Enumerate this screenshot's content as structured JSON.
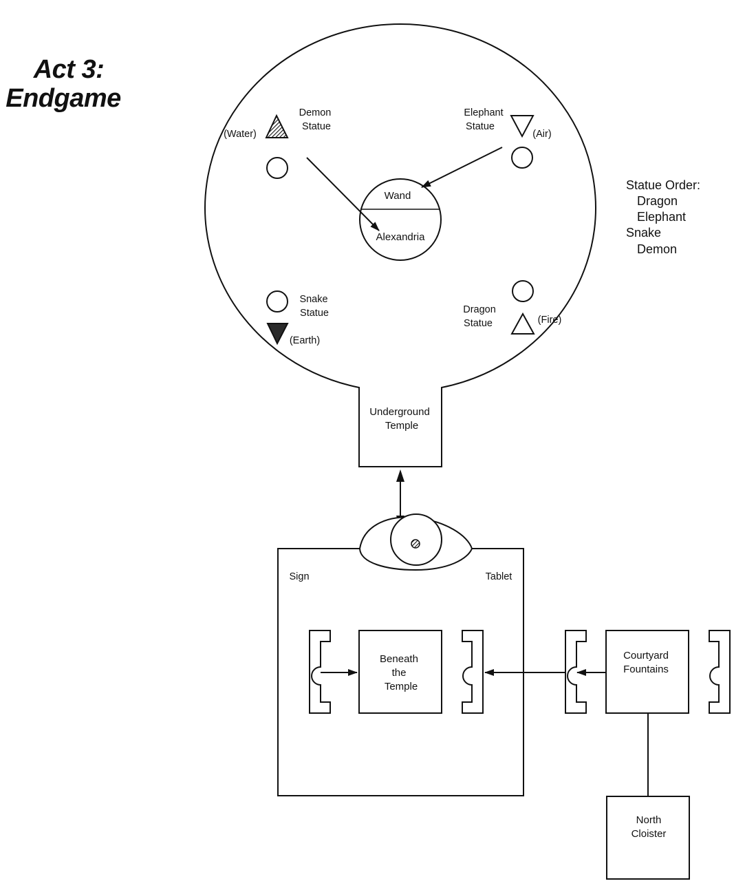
{
  "title": {
    "line1": "Act 3:",
    "line2": "Endgame"
  },
  "statues": {
    "demon": {
      "line1": "Demon",
      "line2": "Statue",
      "element": "(Water)"
    },
    "elephant": {
      "line1": "Elephant",
      "line2": "Statue",
      "element": "(Air)"
    },
    "snake": {
      "line1": "Snake",
      "line2": "Statue",
      "element": "(Earth)"
    },
    "dragon": {
      "line1": "Dragon",
      "line2": "Statue",
      "element": "(Fire)"
    }
  },
  "center": {
    "top": "Wand",
    "bottom": "Alexandria"
  },
  "statue_order": {
    "heading": "Statue Order:",
    "items": [
      "Dragon",
      "Elephant",
      "Snake",
      "Demon"
    ]
  },
  "rooms": {
    "underground_temple": {
      "line1": "Underground",
      "line2": "Temple"
    },
    "beneath_temple": {
      "line1": "Beneath",
      "line2": "the",
      "line3": "Temple"
    },
    "courtyard": {
      "line1": "Courtyard",
      "line2": "Fountains"
    },
    "north_cloister": {
      "line1": "North",
      "line2": "Cloister"
    },
    "sign": "Sign",
    "tablet": "Tablet"
  },
  "icons": {
    "water": "triangle-up-hatched-icon",
    "air": "triangle-down-icon",
    "earth": "triangle-down-filled-icon",
    "fire": "triangle-up-icon",
    "eye": "eye-icon"
  }
}
